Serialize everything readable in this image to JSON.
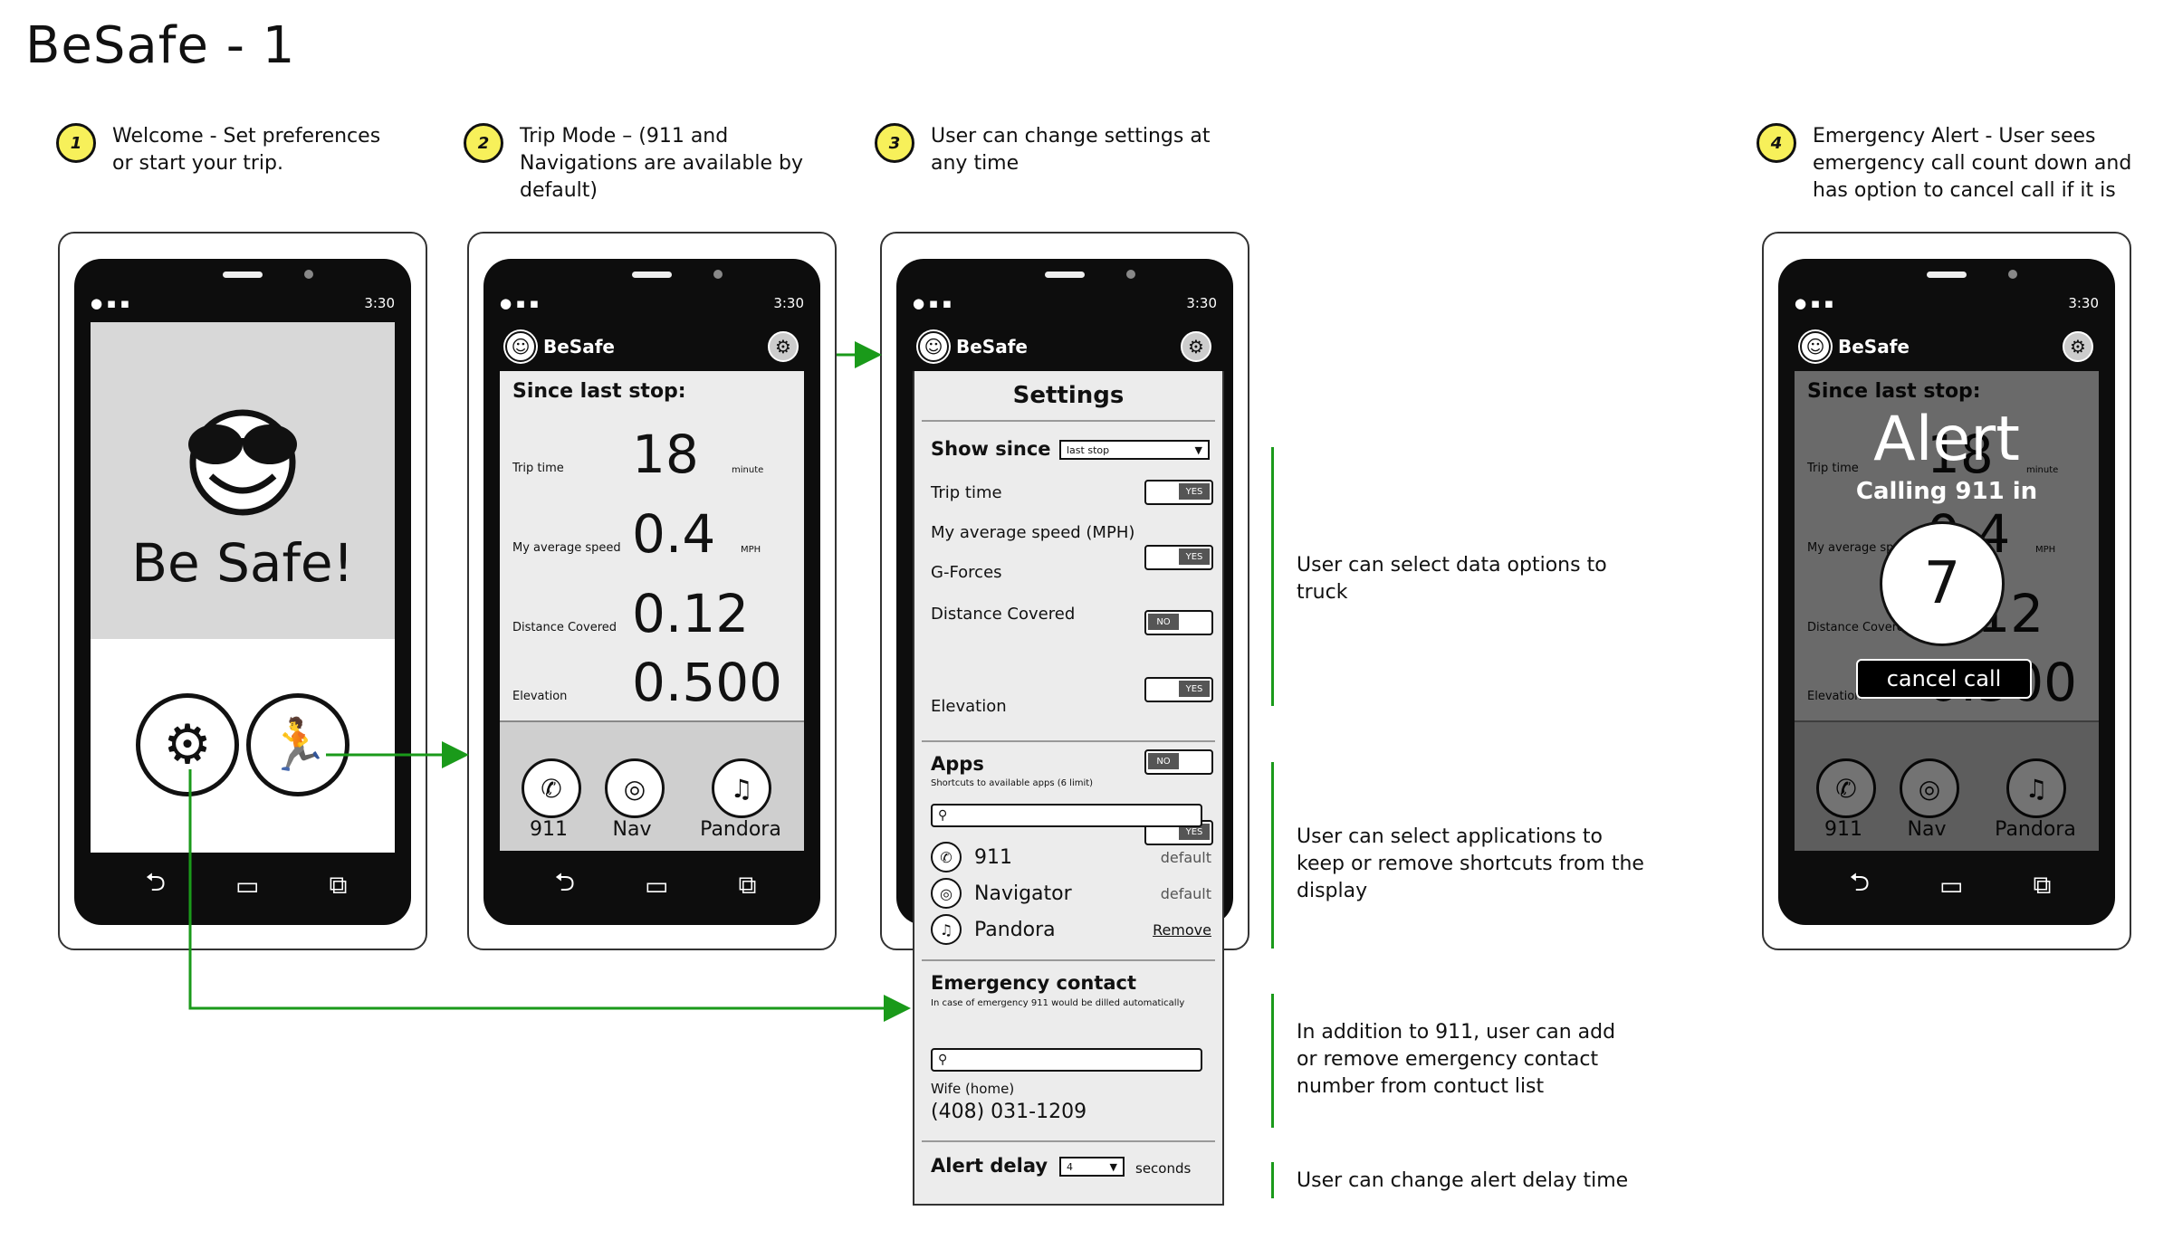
{
  "title": "BeSafe - 1",
  "steps": [
    {
      "num": "1",
      "caption_lines": [
        "Welcome - Set preferences",
        "or start your trip."
      ]
    },
    {
      "num": "2",
      "caption_lines": [
        "Trip Mode – (911 and",
        "Navigations are available by",
        "default)"
      ]
    },
    {
      "num": "3",
      "caption_lines": [
        "User can change settings at",
        "any time"
      ]
    },
    {
      "num": "4",
      "caption_lines": [
        "Emergency Alert - User sees",
        "emergency call count down and",
        "has option to cancel call if it is"
      ]
    }
  ],
  "status_time": "3:30",
  "app_name": "BeSafe",
  "welcome": {
    "headline": "Be Safe!"
  },
  "trip": {
    "header": "Since last stop:",
    "stats": [
      {
        "label": "Trip time",
        "value": "18",
        "unit": "minute"
      },
      {
        "label": "My average speed",
        "value": "0.4",
        "unit": "MPH"
      },
      {
        "label": "Distance Covered",
        "value": "0.12",
        "unit": ""
      },
      {
        "label": "Elevation",
        "value": "0.500",
        "unit": ""
      }
    ],
    "apps": [
      "911",
      "Nav",
      "Pandora"
    ]
  },
  "settings": {
    "title": "Settings",
    "show_since_label": "Show since",
    "show_since_value": "last stop",
    "options": [
      {
        "label": "Trip time",
        "state": "YES"
      },
      {
        "label": "My average speed (MPH)",
        "state": "YES"
      },
      {
        "label": "G-Forces",
        "state": "NO"
      },
      {
        "label": "Distance Covered",
        "state": "YES"
      },
      {
        "label": "",
        "state": "NO"
      },
      {
        "label": "Elevation",
        "state": "YES"
      }
    ],
    "apps_title": "Apps",
    "apps_hint": "Shortcuts to available apps (6 limit)",
    "app_list": [
      {
        "name": "911",
        "action": "default"
      },
      {
        "name": "Navigator",
        "action": "default"
      },
      {
        "name": "Pandora",
        "action": "Remove"
      }
    ],
    "emergency_title": "Emergency contact",
    "emergency_hint": "In case of emergency 911 would be dilled automatically",
    "contact_name": "Wife (home)",
    "contact_number": "(408) 031-1209",
    "alert_delay_label": "Alert delay",
    "alert_delay_value": "4",
    "alert_delay_unit": "seconds"
  },
  "alert": {
    "title": "Alert",
    "subtitle": "Calling 911 in",
    "count": "7",
    "cancel_label": "cancel call"
  },
  "notes": [
    [
      "User can select data options to",
      "truck"
    ],
    [
      "User can select applications to",
      "keep or remove shortcuts from the",
      "display"
    ],
    [
      "In addition to 911, user can add",
      "or remove emergency contact",
      "number from contuct list"
    ],
    [
      "User can change alert delay time"
    ]
  ]
}
